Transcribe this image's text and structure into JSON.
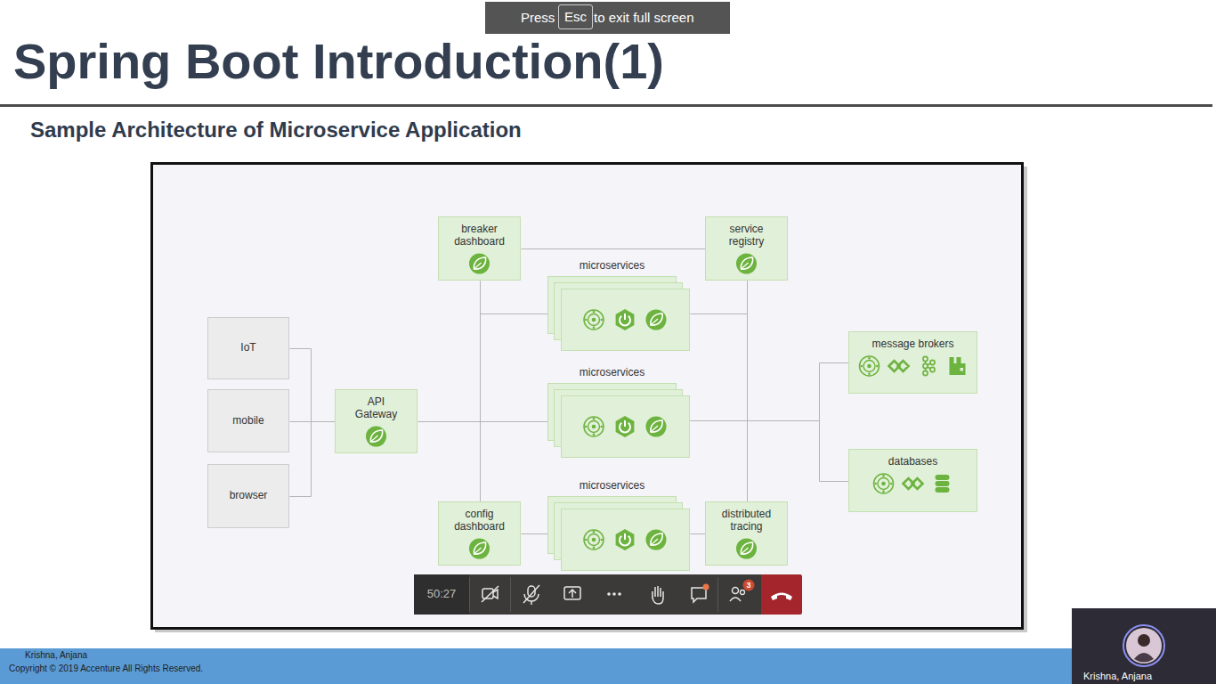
{
  "diagram": {
    "title": "Spring Boot Introduction(1)",
    "nodes": [
      {
        "text": [
          "breaker dashboard"
        ]
      },
      {
        "text": [
          "service registry"
        ]
      },
      {
        "text": [
          "microservices"
        ]
      },
      {
        "text": [
          "IoT"
        ]
      },
      {
        "text": [
          "message brokers"
        ]
      },
      {
        "text": [
          "microservices"
        ]
      },
      {
        "text": [
          "mobile"
        ]
      },
      {
        "text": [
          "API Gateway"
        ]
      },
      {
        "text": [
          "databases"
        ]
      },
      {
        "text": [
          "browser"
        ]
      },
      {
        "text": [
          "config dashboard"
        ]
      },
      {
        "text": [
          "microservices"
        ]
      },
      {
        "text": [
          "distributed tracing"
        ]
      }
    ],
    "edges": [
      {
        "from": 3,
        "to": 7,
        "arrow": "none"
      },
      {
        "from": 6,
        "to": 7,
        "arrow": "none"
      },
      {
        "from": 9,
        "to": 7,
        "arrow": "none"
      },
      {
        "from": 7,
        "to": 5,
        "arrow": "none"
      },
      {
        "from": 5,
        "to": 4,
        "arrow": "none"
      },
      {
        "from": 5,
        "to": 8,
        "arrow": "none"
      },
      {
        "from": 0,
        "to": 1,
        "arrow": "none"
      },
      {
        "from": 0,
        "to": 10,
        "arrow": "none"
      },
      {
        "from": 0,
        "to": 2,
        "arrow": "none"
      },
      {
        "from": 10,
        "to": 11,
        "arrow": "none"
      },
      {
        "from": 1,
        "to": 2,
        "arrow": "none"
      },
      {
        "from": 1,
        "to": 12,
        "arrow": "none"
      },
      {
        "from": 11,
        "to": 12,
        "arrow": "none"
      }
    ],
    "labels": [
      "Sample Architecture of Microservice Application",
      "Press",
      "Esc",
      "to exit full screen",
      "50:27",
      "3",
      "Krishna, Anjana",
      "Copyright © 2019 Accenture All Rights Reserved.",
      "Krishna, Anjana"
    ]
  }
}
